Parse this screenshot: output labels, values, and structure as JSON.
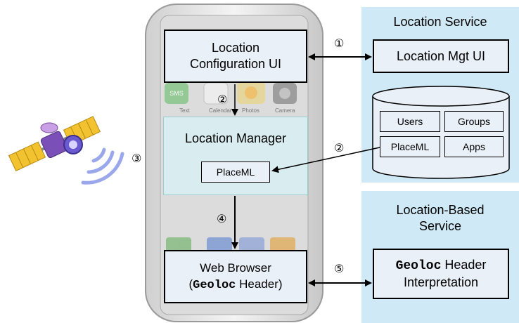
{
  "location_service": {
    "title": "Location Service",
    "mgt_ui": "Location Mgt UI",
    "db": {
      "users": "Users",
      "groups": "Groups",
      "placeml": "PlaceML",
      "apps": "Apps"
    }
  },
  "lbs": {
    "title_line1": "Location-Based",
    "title_line2": "Service",
    "box_mono": "Geoloc",
    "box_rest1": " Header",
    "box_line2": "Interpretation"
  },
  "phone": {
    "config_line1": "Location",
    "config_line2": "Configuration UI",
    "manager": "Location Manager",
    "placeml": "PlaceML",
    "browser_line1": "Web Browser",
    "browser_open": "(",
    "browser_mono": "Geoloc",
    "browser_close": " Header)",
    "app_labels": [
      "SMS",
      "Text",
      "Calendar",
      "Photos",
      "Camera"
    ]
  },
  "markers": {
    "one": "①",
    "two": "②",
    "three": "③",
    "four": "④",
    "five": "⑤"
  },
  "colors": {
    "panel": "#cfeaf6",
    "box": "#eaf0f8",
    "manager_bg": "#d9eef3"
  }
}
